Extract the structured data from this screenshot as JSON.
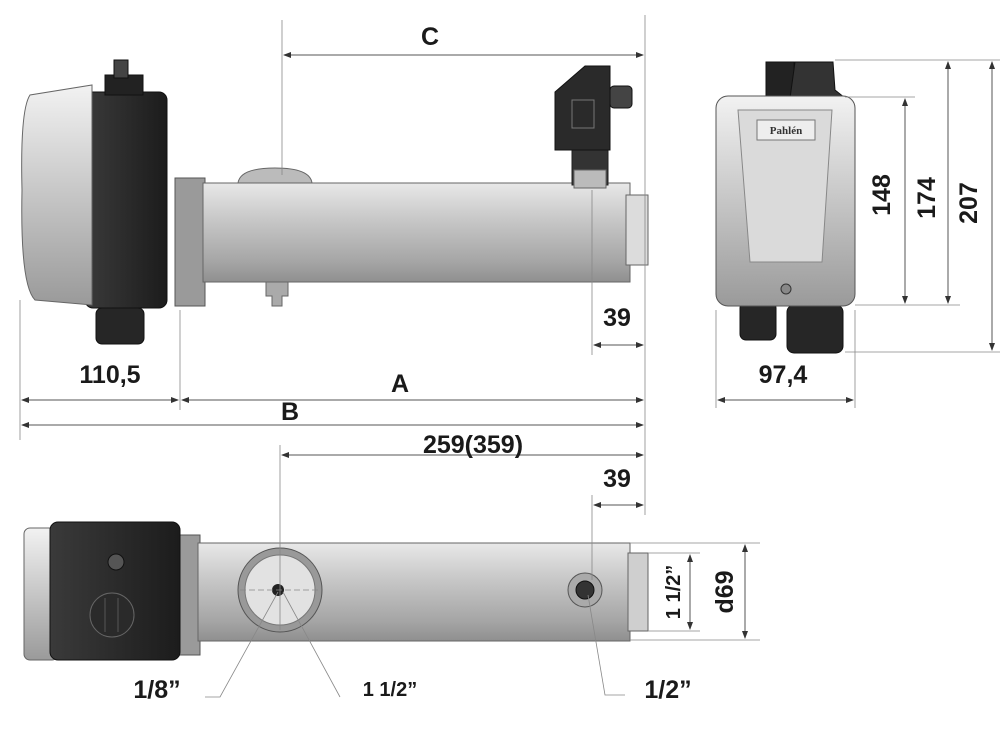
{
  "dimensions": {
    "c": "C",
    "a": "A",
    "b": "B",
    "box_width": "110,5",
    "port_distance": "259(359)",
    "end_offset_top": "39",
    "end_offset_bottom": "39",
    "height_148": "148",
    "height_174": "174",
    "height_207": "207",
    "side_width": "97,4",
    "thread_end": "1 1/2”",
    "diameter": "d69"
  },
  "callouts": {
    "sensor_port": "1/8”",
    "sight_port": "1 1/2”",
    "drain_port": "1/2”"
  },
  "brand": {
    "logo": "Pahlén"
  }
}
